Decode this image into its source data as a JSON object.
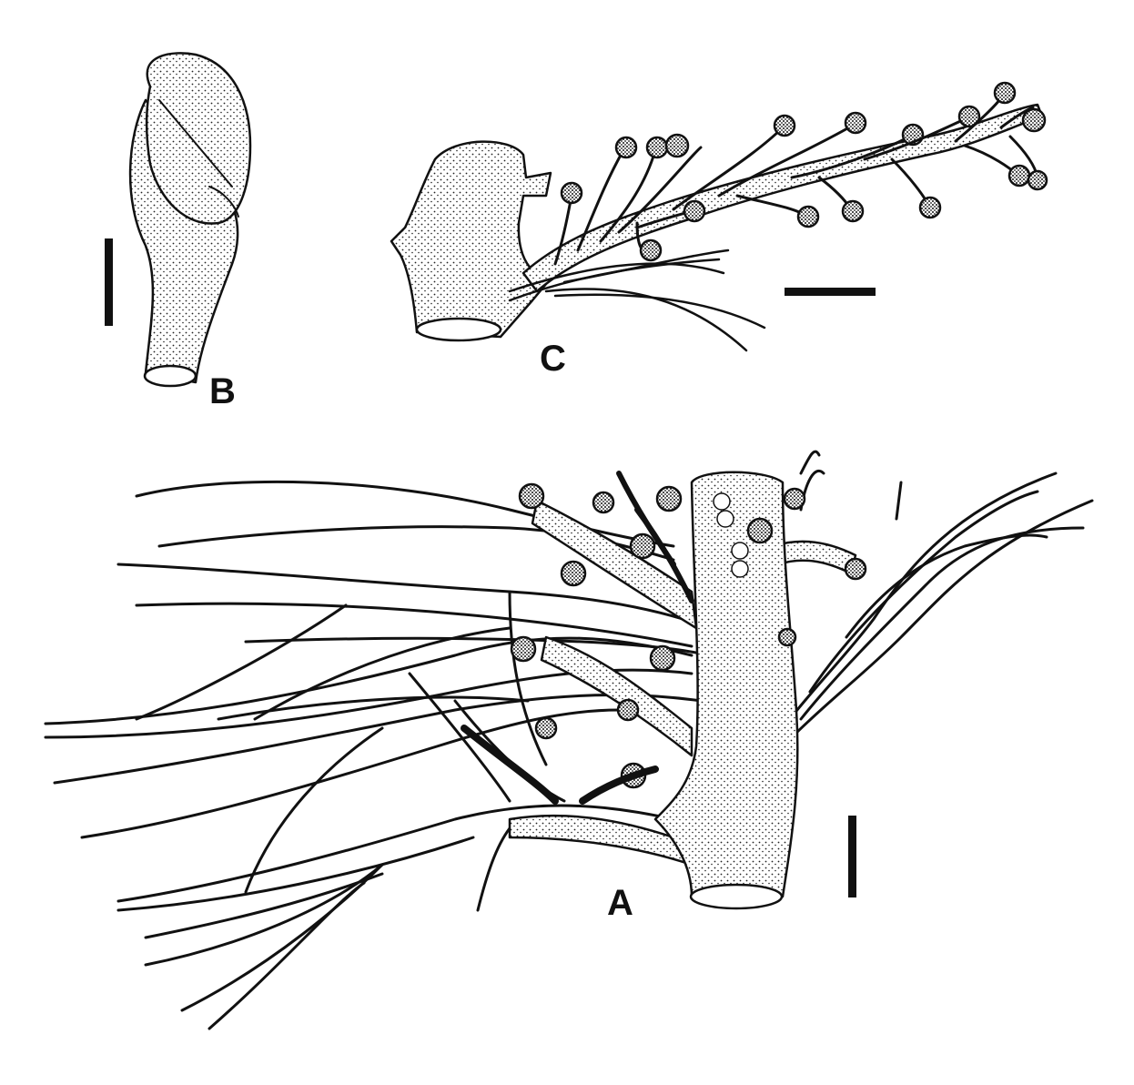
{
  "figure": {
    "panels": [
      {
        "id": "A",
        "label": "A"
      },
      {
        "id": "B",
        "label": "B"
      },
      {
        "id": "C",
        "label": "C"
      }
    ],
    "colors": {
      "ink": "#111111",
      "paper": "#ffffff"
    }
  }
}
